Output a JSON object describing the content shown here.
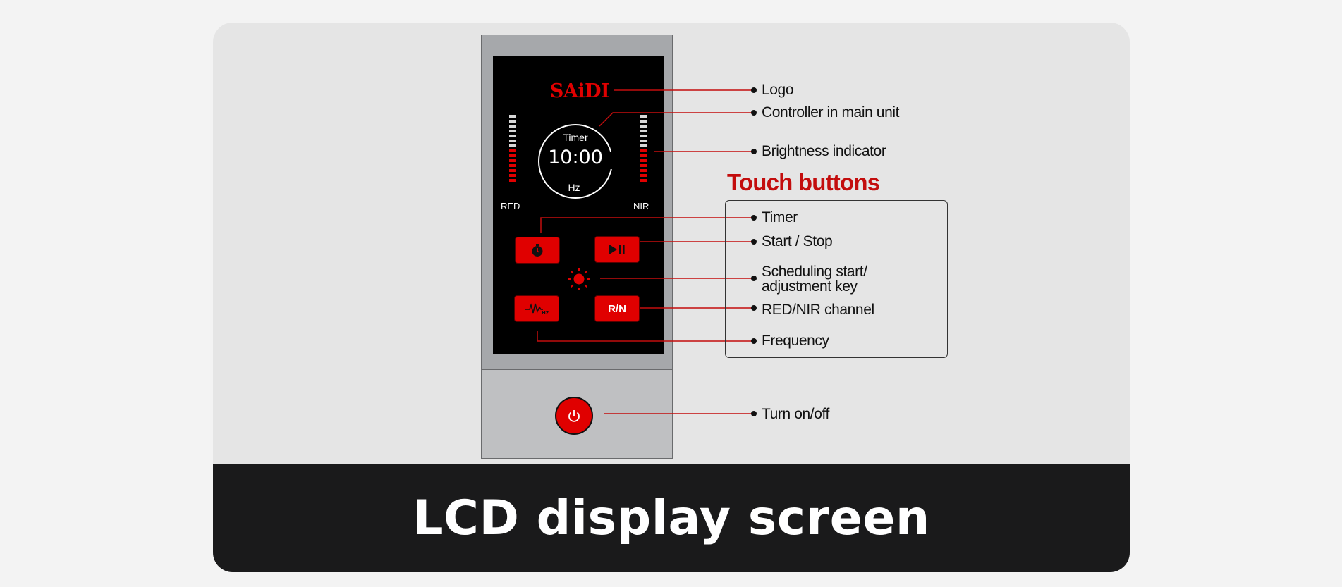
{
  "device": {
    "logo": "SAiDI",
    "channels": {
      "left": "RED",
      "right": "NIR"
    },
    "timer": {
      "label": "Timer",
      "value": "10:00",
      "unit": "Hz"
    },
    "buttons": {
      "rn": "R/N"
    }
  },
  "annotations": {
    "logo": "Logo",
    "controller": "Controller in main unit",
    "brightness": "Brightness indicator",
    "touch_title": "Touch buttons",
    "timer": "Timer",
    "start_stop": "Start / Stop",
    "scheduling_line1": "Scheduling start/",
    "scheduling_line2": "adjustment key",
    "red_nir": "RED/NIR channel",
    "frequency": "Frequency",
    "power": "Turn on/off"
  },
  "footer": {
    "title": "LCD display screen"
  },
  "colors": {
    "accent_red": "#e00000",
    "label_red": "#c30d0d",
    "footer_bg": "#1a1a1b",
    "card_bg": "#e5e5e5"
  },
  "icons": [
    "stopwatch-icon",
    "play-pause-icon",
    "sun-icon",
    "waveform-hz-icon",
    "power-icon"
  ]
}
